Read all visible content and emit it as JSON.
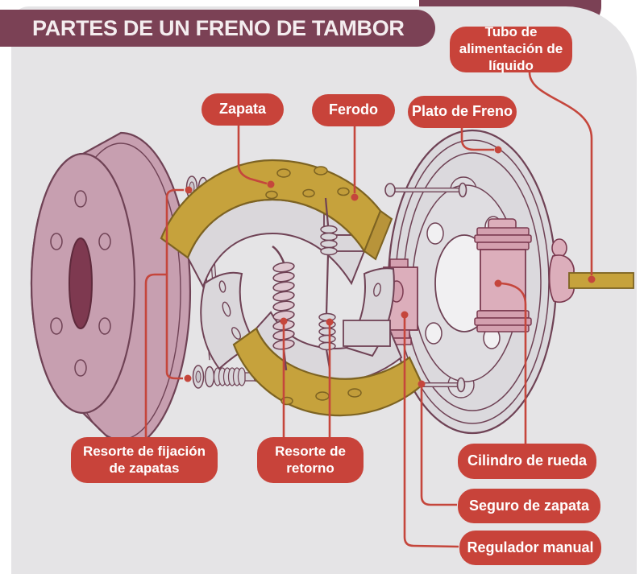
{
  "header": {
    "title": "PARTES DE UN FRENO DE TAMBOR"
  },
  "labels": {
    "tubo": "Tubo de alimentación de líquido",
    "zapata": "Zapata",
    "ferodo": "Ferodo",
    "plato": "Plato de Freno",
    "resorte_fijacion": "Resorte de fijación de zapatas",
    "resorte_retorno": "Resorte de retorno",
    "cilindro": "Cilindro de rueda",
    "seguro": "Seguro de zapata",
    "regulador": "Regulador manual"
  },
  "colors": {
    "banner_maroon": "#7b4155",
    "label_red": "#c8433a",
    "card_gray": "#e5e4e6",
    "drum_pink": "#c79fb0",
    "drum_hole_dark": "#7e3950",
    "metal_gray": "#d9d6da",
    "outline_plum": "#6f4255",
    "lining_gold": "#c6a23c",
    "lining_outline": "#7d6322",
    "cylinder_pink": "#dcaebb",
    "leader_line_red": "#c5463c"
  },
  "diagram_parts": [
    "brake-drum",
    "shoe-hold-down-pins",
    "brake-shoes",
    "ferodo-linings",
    "return-springs",
    "backing-plate",
    "wheel-cylinder",
    "manual-adjuster",
    "fluid-line-fitting"
  ]
}
